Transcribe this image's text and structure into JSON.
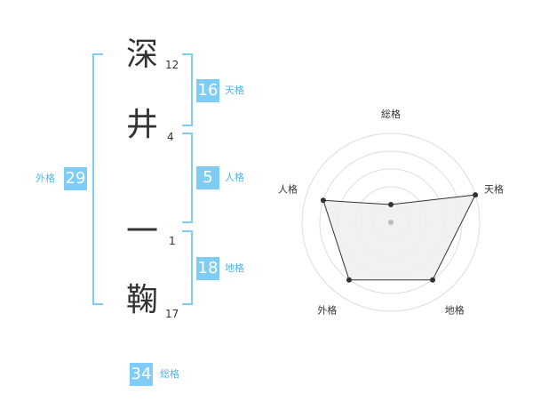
{
  "name": {
    "chars": [
      {
        "char": "深",
        "strokes": "12"
      },
      {
        "char": "井",
        "strokes": "4"
      },
      {
        "char": "一",
        "strokes": "1"
      },
      {
        "char": "鞠",
        "strokes": "17"
      }
    ]
  },
  "fortune": {
    "tenkaku": {
      "value": "16",
      "label": "天格"
    },
    "jinkaku": {
      "value": "5",
      "label": "人格"
    },
    "chikaku": {
      "value": "18",
      "label": "地格"
    },
    "gaikaku": {
      "value": "29",
      "label": "外格"
    },
    "soukaku": {
      "value": "34",
      "label": "総格"
    }
  },
  "colors": {
    "accent": "#7fccf7",
    "label": "#4fb6f0",
    "text": "#333333",
    "fill": "#efefef"
  },
  "chart_data": {
    "type": "radar",
    "axes": [
      "総格",
      "天格",
      "地格",
      "外格",
      "人格"
    ],
    "values": [
      1,
      5,
      4,
      4,
      4
    ],
    "max": 5,
    "rings": 5
  }
}
